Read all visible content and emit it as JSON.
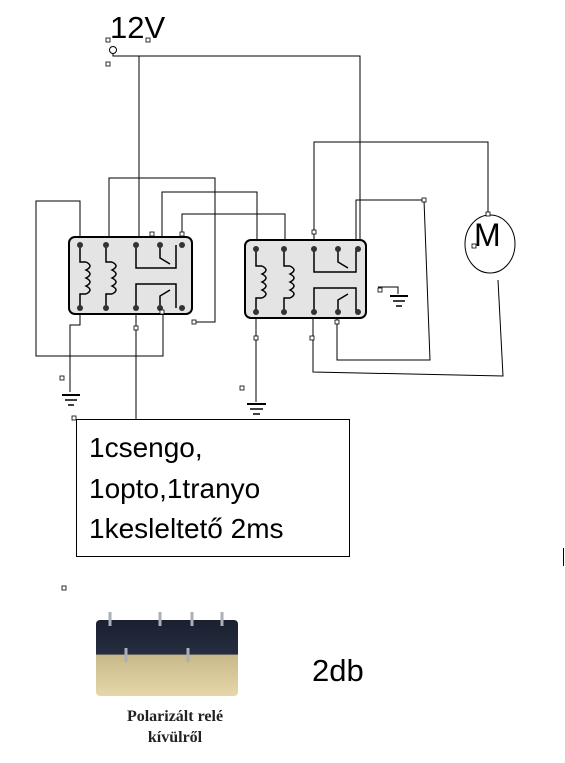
{
  "schematic": {
    "supply_label": "12V",
    "motor_label": "M",
    "note_lines": [
      "1csengo,",
      "1opto,1tranyo",
      "1kesleltető 2ms"
    ],
    "quantity_label": "2db",
    "photo_caption": [
      "Polarizált relé",
      "kívülről"
    ]
  }
}
